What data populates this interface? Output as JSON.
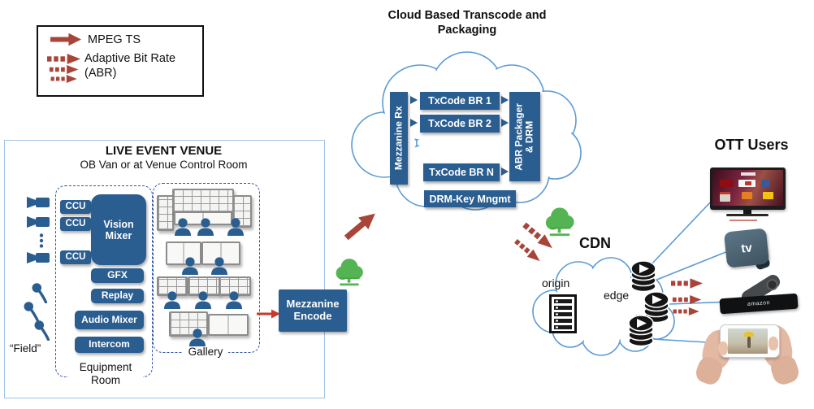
{
  "legend": {
    "mpeg_ts": "MPEG TS",
    "abr": "Adaptive Bit Rate\n(ABR)"
  },
  "venue": {
    "title": "LIVE EVENT VENUE",
    "subtitle": "OB Van or at Venue Control Room",
    "ccu_1": "CCU",
    "ccu_2": "CCU",
    "ccu_3": "CCU",
    "vision_mixer": "Vision\nMixer",
    "gfx": "GFX",
    "replay": "Replay",
    "audio_mixer": "Audio Mixer",
    "intercom": "Intercom",
    "equipment_room": "Equipment\nRoom",
    "gallery": "Gallery",
    "field": "“Field”"
  },
  "encode": {
    "label": "Mezzanine\nEncode"
  },
  "transcode": {
    "title": "Cloud Based Transcode and\nPackaging",
    "mezzanine_rx": "Mezzanine Rx",
    "txcode_br_1": "TxCode BR 1",
    "txcode_br_2": "TxCode BR 2",
    "txcode_br_n": "TxCode BR N",
    "abr_packager": "ABR Packager\n& DRM",
    "drm_key_mngmt": "DRM-Key Mngmt"
  },
  "cdn": {
    "title": "CDN",
    "origin": "origin",
    "edge": "edge"
  },
  "ott": {
    "title": "OTT Users",
    "apple_tv_label": "tv",
    "fire_stick_brand": "amazon"
  },
  "colors": {
    "box_blue": "#2b5e90",
    "arrow_red": "#a84438",
    "bright_red": "#c9392b",
    "cloud_stroke": "#5b9bd5",
    "green": "#54b453",
    "dashed_border": "#3558a8",
    "venue_border": "#9cc3e5"
  }
}
